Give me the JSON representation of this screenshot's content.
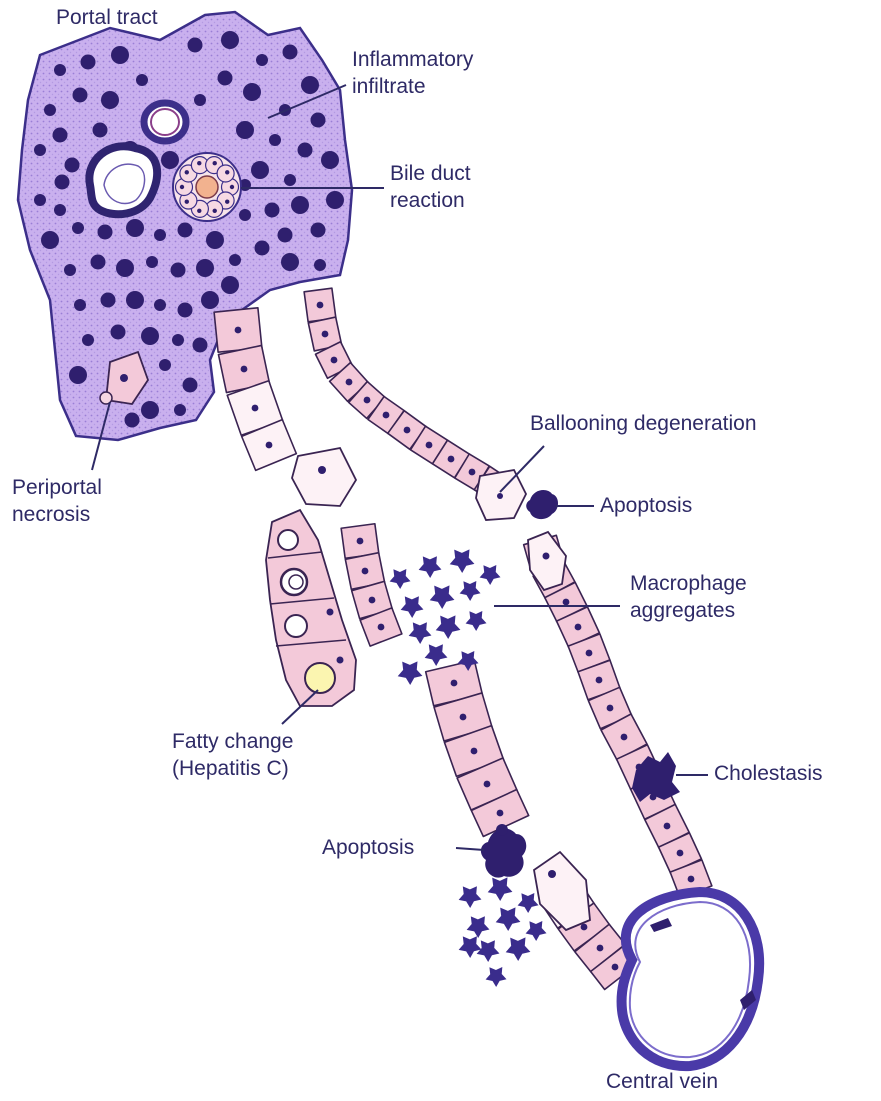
{
  "labels": {
    "portal_tract": "Portal tract",
    "inflammatory_infiltrate": [
      "Inflammatory",
      "infiltrate"
    ],
    "bile_duct_reaction": [
      "Bile duct",
      "reaction"
    ],
    "periportal_necrosis": [
      "Periportal",
      "necrosis"
    ],
    "ballooning_degeneration": "Ballooning degeneration",
    "apoptosis_top": "Apoptosis",
    "macrophage_aggregates": [
      "Macrophage",
      "aggregates"
    ],
    "fatty_change": [
      "Fatty change",
      "(Hepatitis C)"
    ],
    "cholestasis": "Cholestasis",
    "apoptosis_bottom": "Apoptosis",
    "central_vein": "Central vein"
  },
  "colors": {
    "portal_fill": "#c9b0ee",
    "portal_outline": "#3c2f8a",
    "nucleus": "#2f1f6e",
    "hepatocyte_fill": "#f3c9d9",
    "hepatocyte_outline": "#3a2452",
    "ballooned_fill": "#fdf2f6",
    "macrophage": "#3a2c8c",
    "vein_outline": "#4a3aa8",
    "fat_droplet": "#fbf5b0",
    "text": "#2e2a66"
  }
}
